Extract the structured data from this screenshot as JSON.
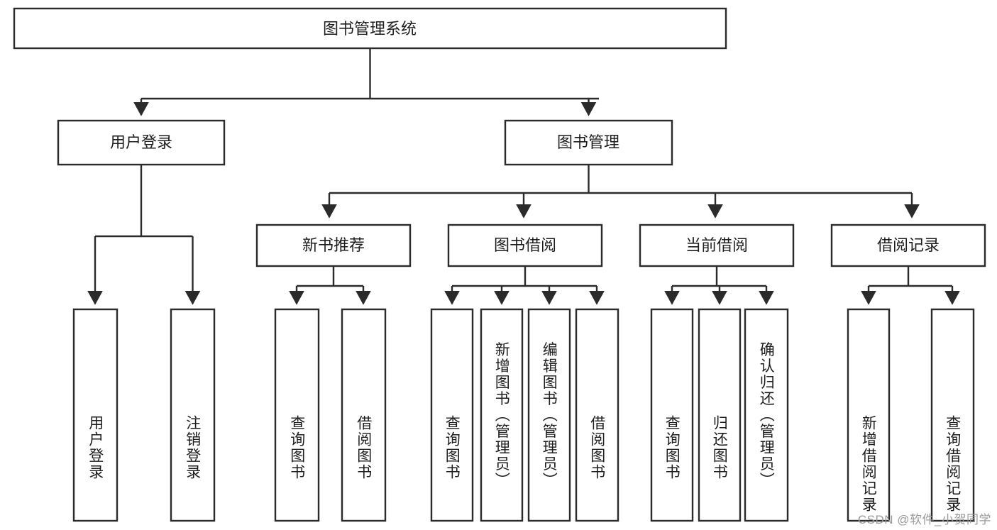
{
  "diagram": {
    "type": "tree-hierarchy",
    "title": "图书管理系统",
    "watermark": "CSDN @软件_小贺同学",
    "colors": {
      "stroke": "#2b2b2b",
      "fill": "#ffffff",
      "text": "#1d1d1d",
      "watermark": "#9a9a9a"
    },
    "root": {
      "label": "图书管理系统",
      "level": 0
    },
    "level1": [
      {
        "label": "用户登录"
      },
      {
        "label": "图书管理"
      }
    ],
    "level2": [
      {
        "label": "新书推荐",
        "parent": "图书管理"
      },
      {
        "label": "图书借阅",
        "parent": "图书管理"
      },
      {
        "label": "当前借阅",
        "parent": "图书管理"
      },
      {
        "label": "借阅记录",
        "parent": "图书管理"
      }
    ],
    "leaves": {
      "用户登录": [
        {
          "label": "用户登录"
        },
        {
          "label": "注销登录"
        }
      ],
      "新书推荐": [
        {
          "label": "查询图书"
        },
        {
          "label": "借阅图书"
        }
      ],
      "图书借阅": [
        {
          "label": "查询图书"
        },
        {
          "label": "新增图书（管理员）"
        },
        {
          "label": "编辑图书（管理员）"
        },
        {
          "label": "借阅图书"
        }
      ],
      "当前借阅": [
        {
          "label": "查询图书"
        },
        {
          "label": "归还图书"
        },
        {
          "label": "确认归还（管理员）"
        }
      ],
      "借阅记录": [
        {
          "label": "新增借阅记录"
        },
        {
          "label": "查询借阅记录"
        }
      ]
    }
  }
}
